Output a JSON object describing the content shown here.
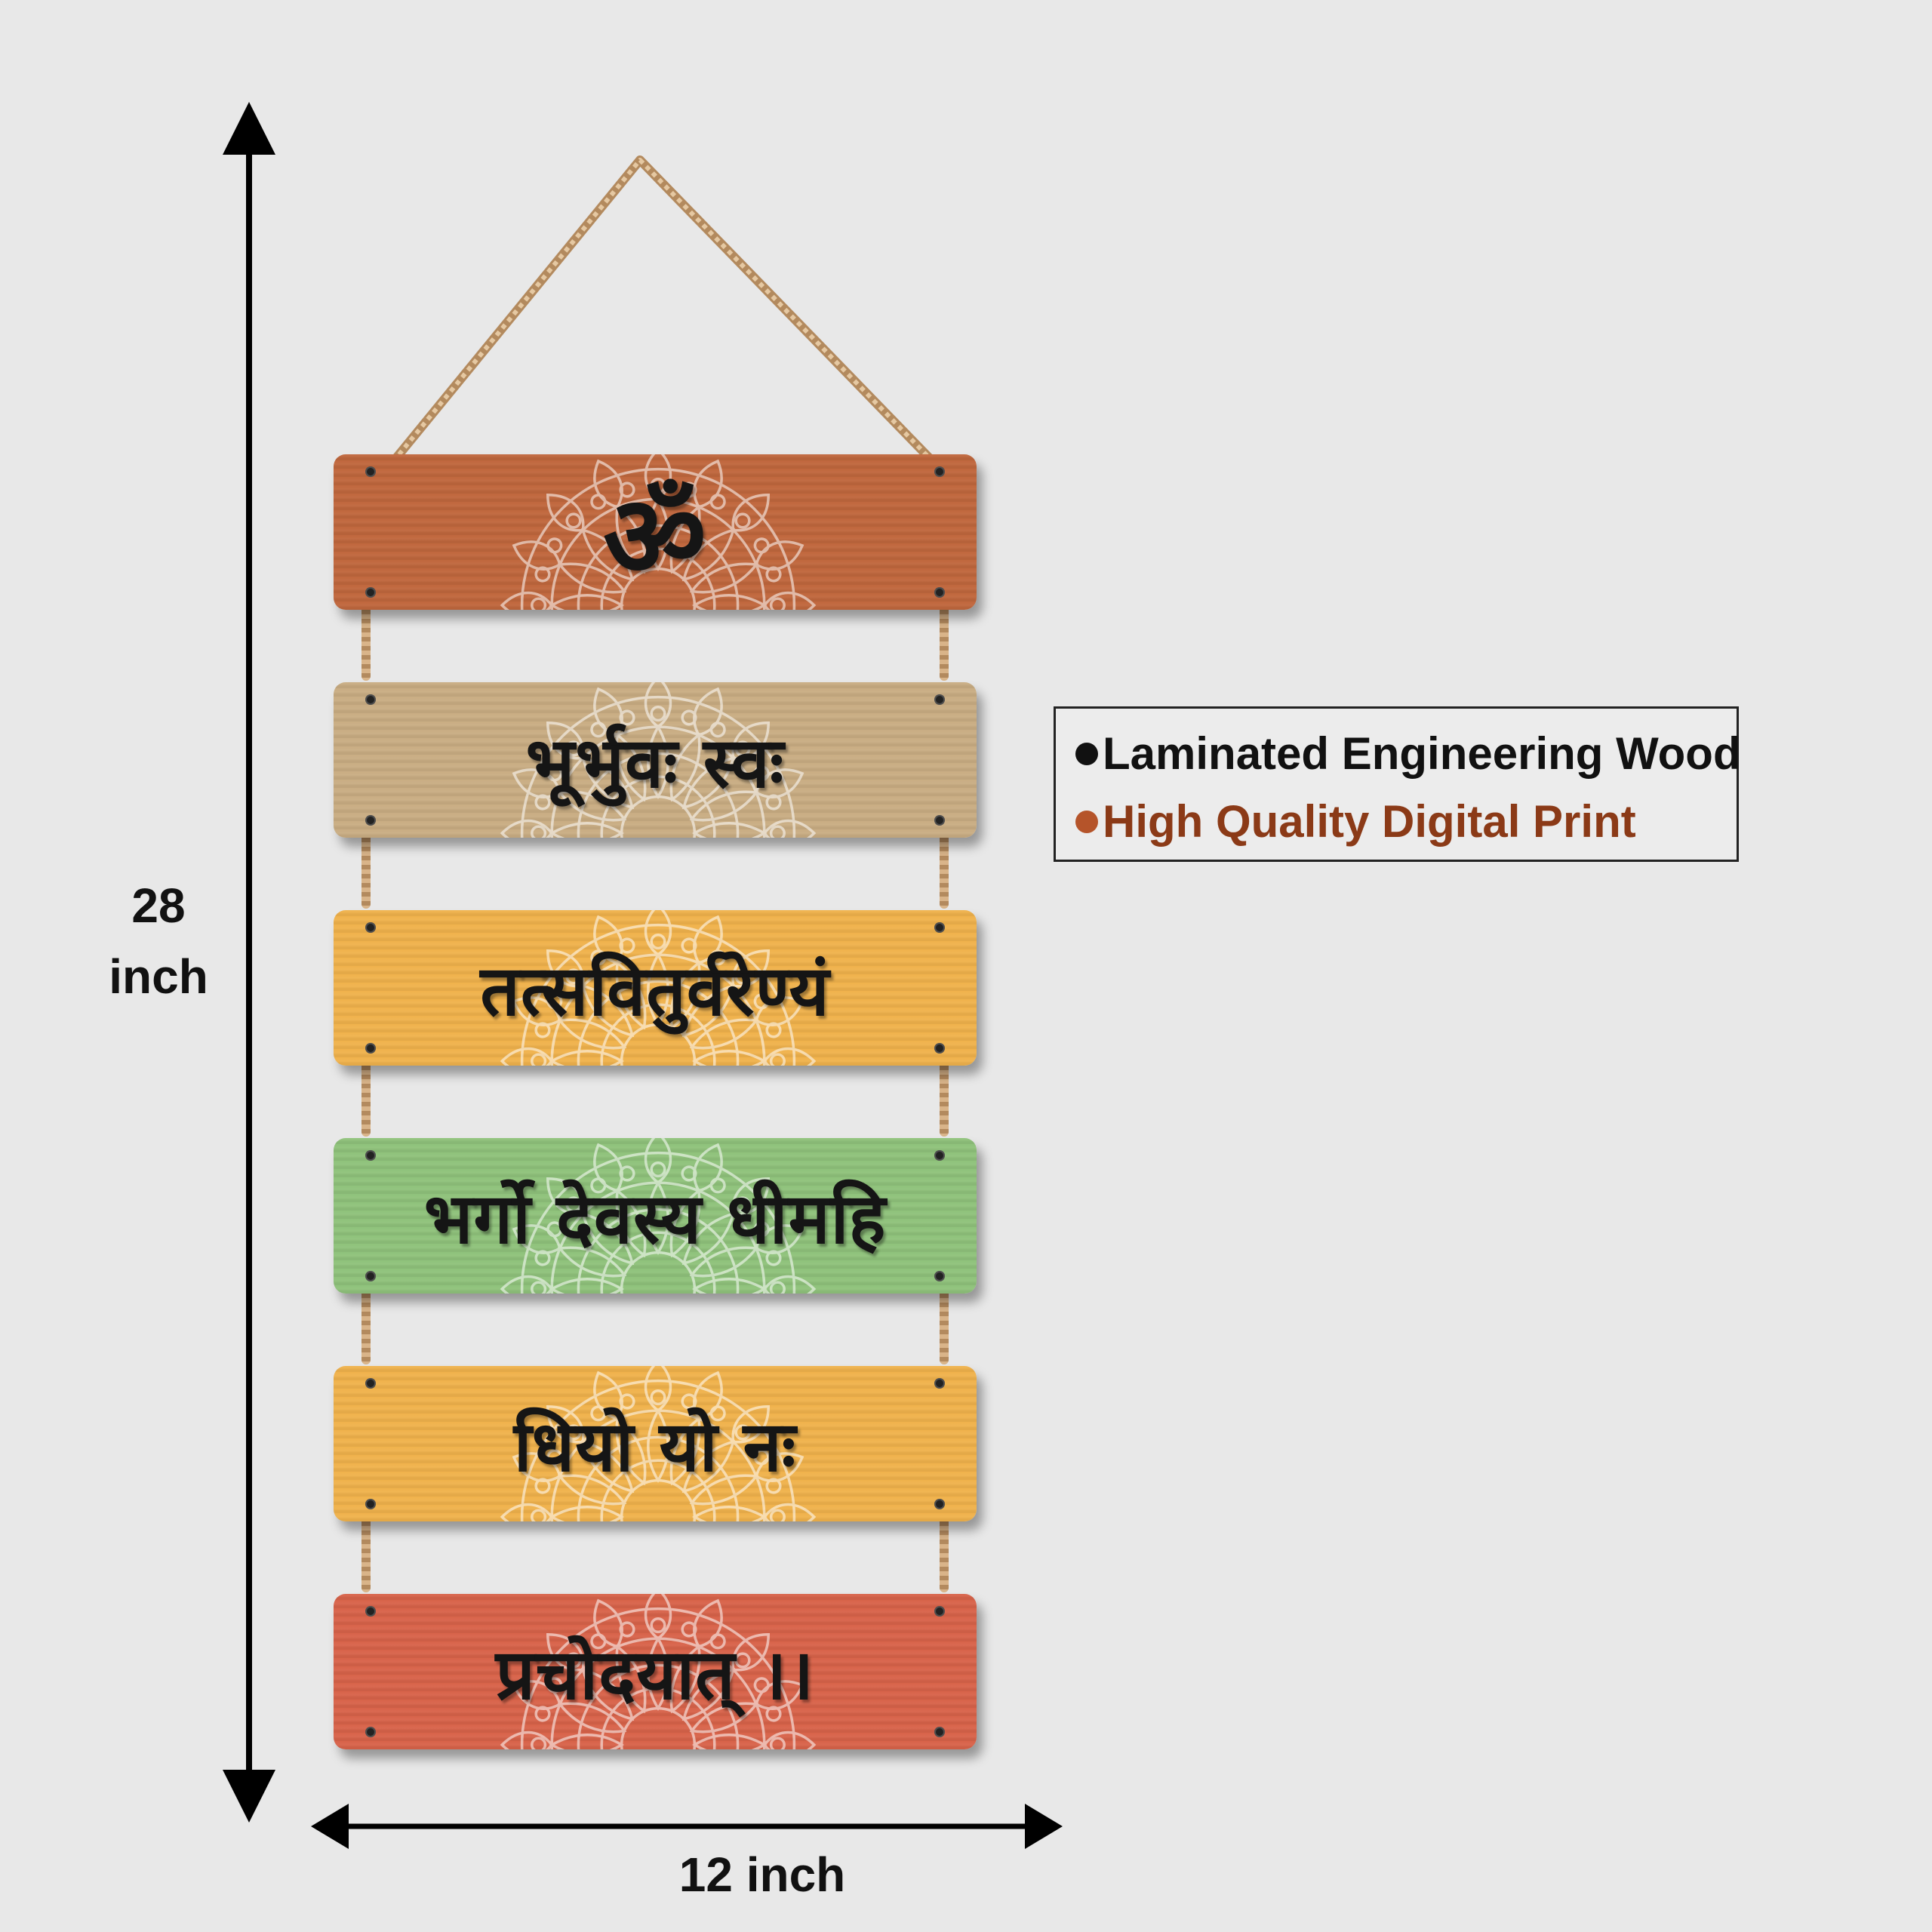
{
  "dimensions": {
    "height_value": "28",
    "height_unit": "inch",
    "width_label": "12 inch"
  },
  "features": [
    {
      "text": "Laminated Engineering Wood",
      "color": "#111111"
    },
    {
      "text": "High Quality Digital Print",
      "color": "#8b3a17"
    }
  ],
  "planks": [
    {
      "text": "ॐ",
      "color": "#c0673d"
    },
    {
      "text": "भूर्भुवः स्वः",
      "color": "#c9ad83"
    },
    {
      "text": "तत्सवितुर्वरेण्यं",
      "color": "#f0b24c"
    },
    {
      "text": "भर्गो देवस्य धीमहि",
      "color": "#8fc27b"
    },
    {
      "text": "धियो यो नः",
      "color": "#f0b24c"
    },
    {
      "text": "प्रचोदयात् ।।",
      "color": "#d8634a"
    }
  ]
}
